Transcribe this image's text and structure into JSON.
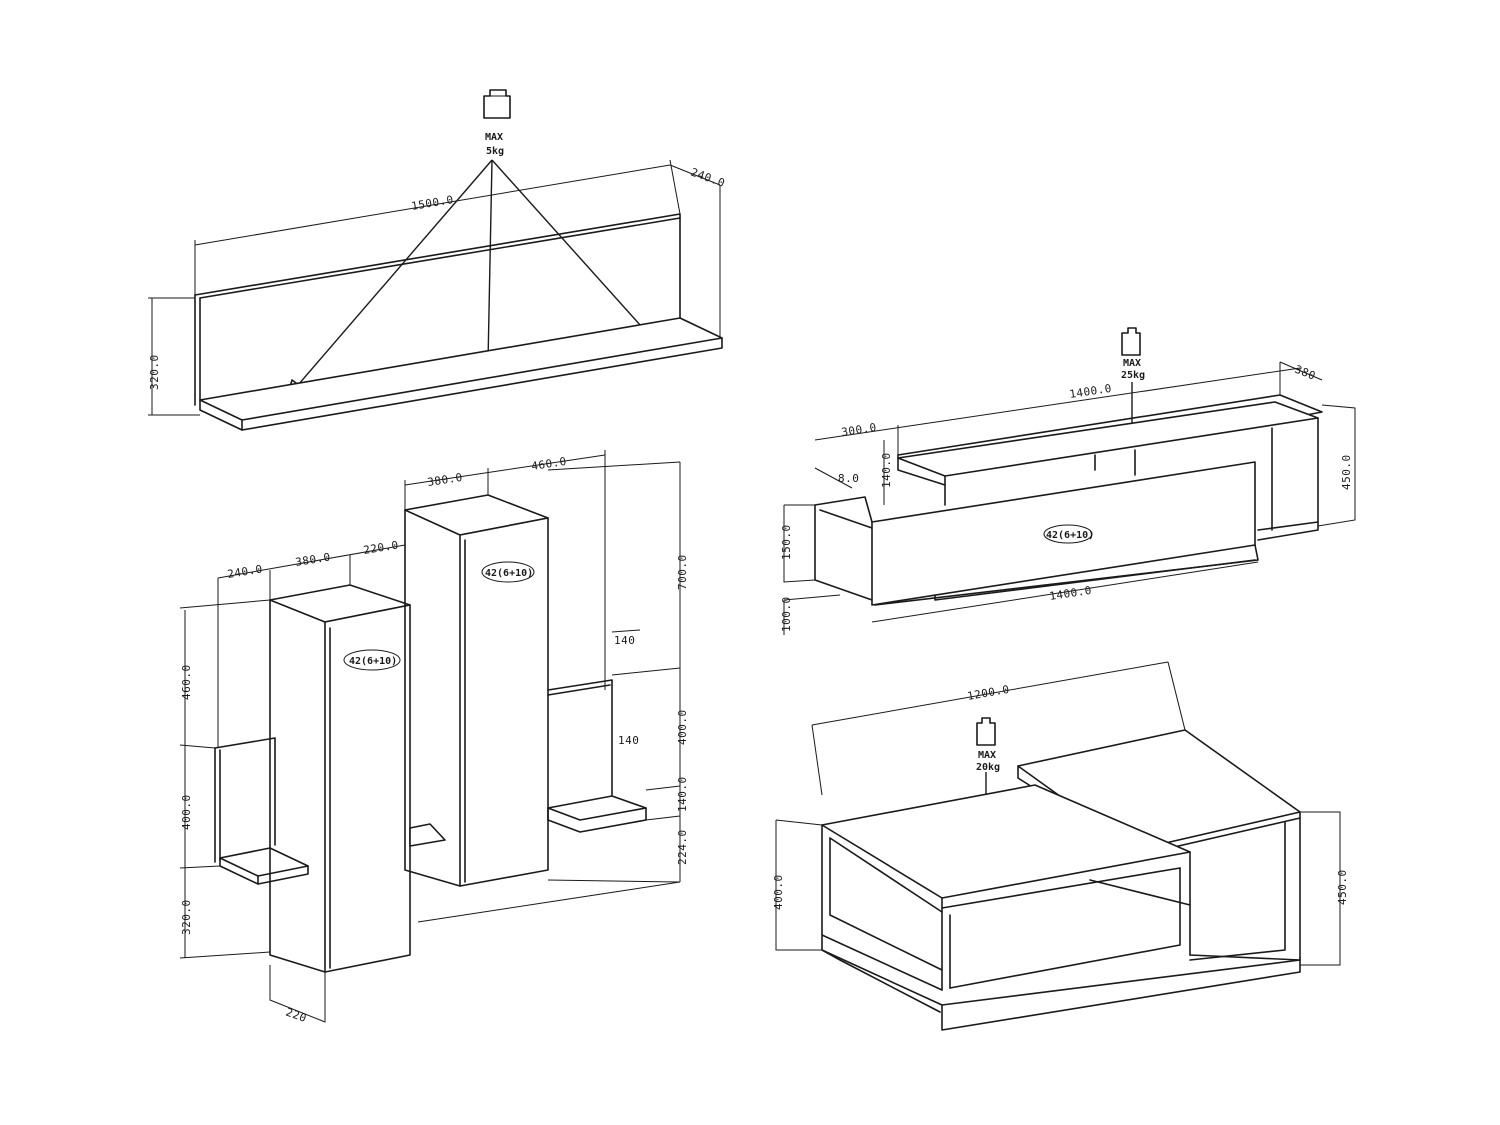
{
  "weights": {
    "wall_shelf": {
      "label": "MAX",
      "value": "5kg"
    },
    "tv_stand": {
      "label": "MAX",
      "value": "25kg"
    },
    "coffee_table": {
      "label": "MAX",
      "value": "20kg"
    }
  },
  "wall_shelf": {
    "width": "1500.0",
    "depth": "240.0",
    "height": "320.0"
  },
  "wall_units": {
    "badge_left": "42(6+10)",
    "badge_right": "42(6+10)",
    "dims": {
      "d1": "240.0",
      "d2": "380.0",
      "d3": "220.0",
      "d4": "380.0",
      "d5": "460.0",
      "left_h1": "460.0",
      "left_h2": "400.0",
      "left_h3": "320.0",
      "right_h1": "700.0",
      "right_h2": "400.0",
      "right_h3": "140.0",
      "right_h4": "224.0",
      "shelf_a": "140",
      "shelf_b": "140",
      "bottom": "220"
    }
  },
  "tv_stand": {
    "badge": "42(6+10)",
    "top_width": "1400.0",
    "depth": "380",
    "left_w": "300.0",
    "height_right": "450.0",
    "upper_h": "140.0",
    "mid_h": "150.0",
    "bottom_w": "1400.0",
    "foot": "100.0",
    "small": "8.0"
  },
  "coffee_table": {
    "width": "1200.0",
    "height_left": "400.0",
    "height_right": "450.0"
  }
}
